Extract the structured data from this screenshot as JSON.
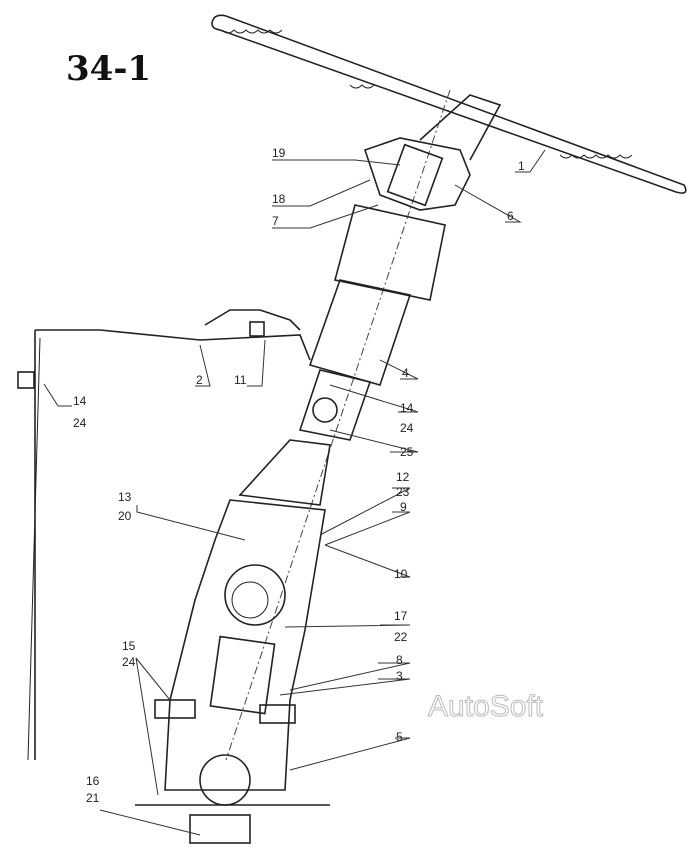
{
  "figure_id": "34-1",
  "watermark": "AutoSoft",
  "callouts": {
    "c1": "1",
    "c19": "19",
    "c18": "18",
    "c7": "7",
    "c6": "6",
    "c4": "4",
    "c2": "2",
    "c11": "11",
    "c14a_top": "14",
    "c14a_bot": "24",
    "c14b_top": "14",
    "c14b_bot": "24",
    "c25": "25",
    "c12_top": "12",
    "c12_bot": "23",
    "c9": "9",
    "c13_top": "13",
    "c13_bot": "20",
    "c10": "10",
    "c17_top": "17",
    "c17_bot": "22",
    "c15_top": "15",
    "c15_bot": "24",
    "c8": "8",
    "c3": "3",
    "c5": "5",
    "c16_top": "16",
    "c16_bot": "21"
  }
}
